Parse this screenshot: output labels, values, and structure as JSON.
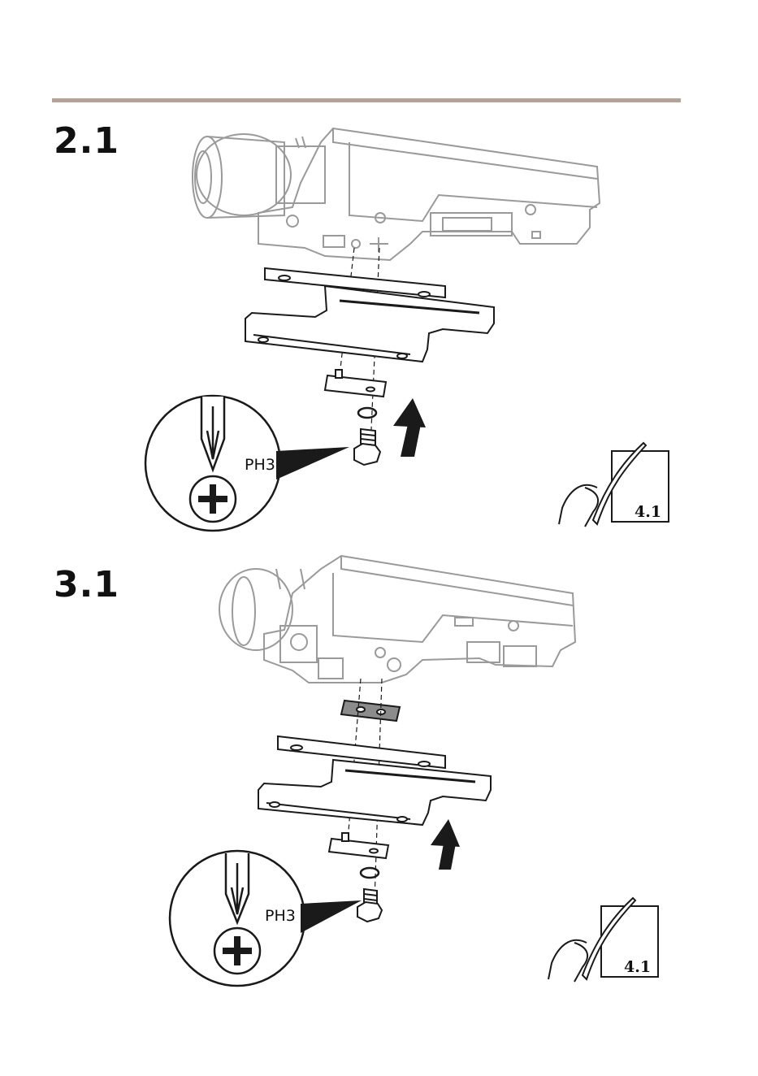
{
  "colors": {
    "rule": "#b3a497",
    "line": "#1a1a1a",
    "faded": "#9a9a9a",
    "plate": "#8c8c8c"
  },
  "steps": [
    {
      "number": "2.1",
      "tool_label": "PH3",
      "ref_label": "4.1"
    },
    {
      "number": "3.1",
      "tool_label": "PH3",
      "ref_label": "4.1"
    }
  ],
  "icons": [
    "screwdriver-tip-icon",
    "phillips-head-icon",
    "up-arrow-icon",
    "page-reference-icon"
  ]
}
